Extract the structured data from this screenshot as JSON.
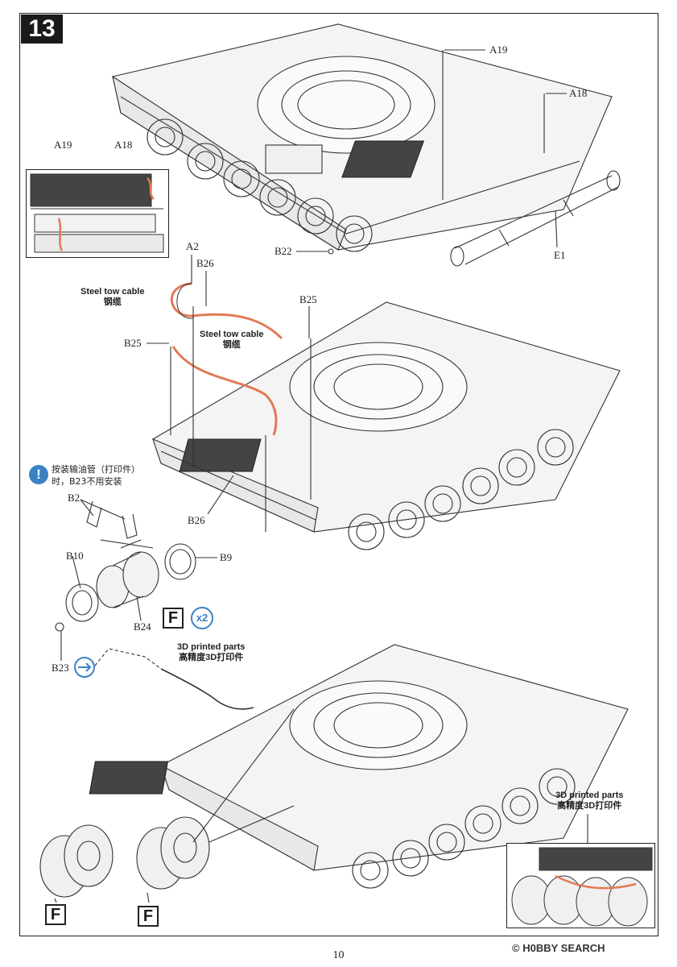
{
  "step": {
    "number": "13"
  },
  "parts": {
    "a19_top": "A19",
    "a18_top": "A18",
    "a19_inset": "A19",
    "a18_inset": "A18",
    "e1": "E1",
    "b22": "B22",
    "a2": "A2",
    "b26_top": "B26",
    "b25_right": "B25",
    "b25_left": "B25",
    "b26_bottom": "B26",
    "b2": "B2",
    "b10": "B10",
    "b9": "B9",
    "b24": "B24",
    "b23": "B23"
  },
  "notes": {
    "tow_cable_1_en": "Steel tow cable",
    "tow_cable_1_cn": "钢缆",
    "tow_cable_2_en": "Steel tow cable",
    "tow_cable_2_cn": "钢缆",
    "printed_1_en": "3D printed parts",
    "printed_1_cn": "高精度3D打印件",
    "printed_2_en": "3D printed parts",
    "printed_2_cn": "高精度3D打印件",
    "install_line1": "按装输油管（打印件）",
    "install_line2": "时，B23不用安装"
  },
  "badges": {
    "info_icon": "!",
    "f_label_1": "F",
    "f_label_2": "F",
    "f_label_3": "F",
    "multiplier": "x2"
  },
  "footer": {
    "page_number": "10",
    "watermark_prefix": "© ",
    "watermark_brand": "H0BBY SEARCH"
  },
  "colors": {
    "accent_blue": "#3b82c4",
    "cable_orange": "#e07a55",
    "ink": "#222222"
  }
}
